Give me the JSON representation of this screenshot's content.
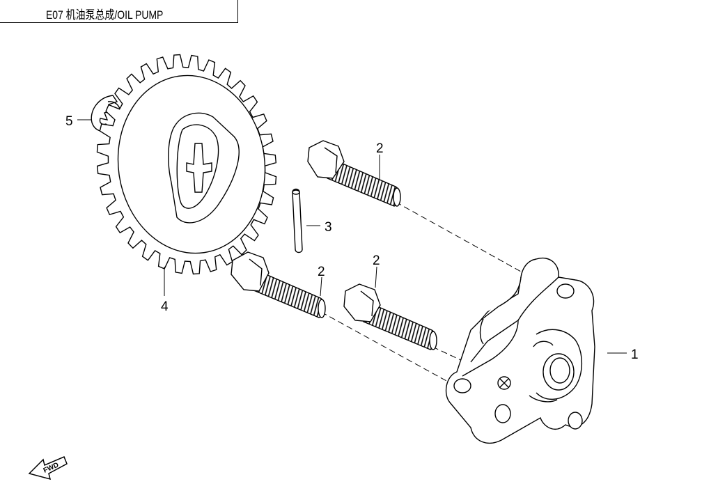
{
  "header": {
    "title": "E07  机油泵总成/OIL PUMP"
  },
  "callouts": {
    "c1": "1",
    "c2a": "2",
    "c2b": "2",
    "c2c": "2",
    "c3": "3",
    "c4": "4",
    "c5": "5"
  },
  "fwd_label": "FWD"
}
